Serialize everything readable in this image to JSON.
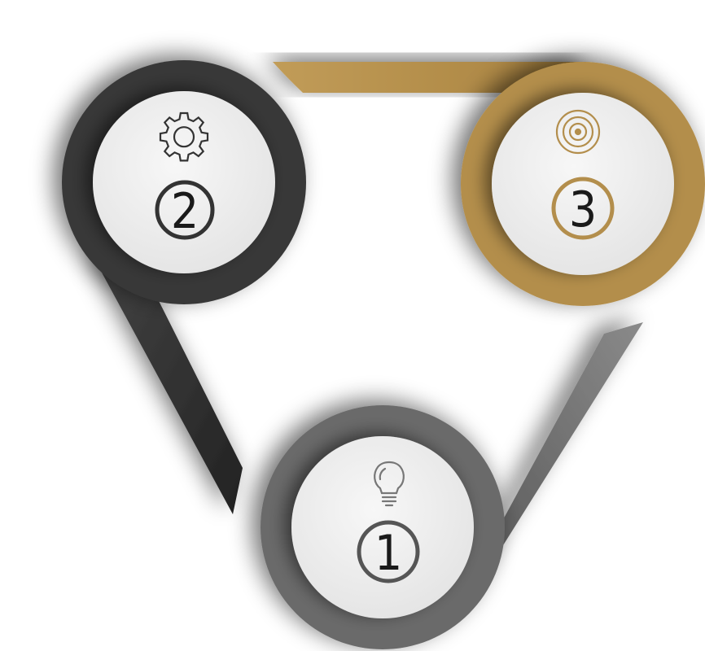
{
  "steps": [
    {
      "number": "1",
      "icon": "lightbulb-icon",
      "color": "#6b6b6b"
    },
    {
      "number": "2",
      "icon": "gear-icon",
      "color": "#3a3a3a"
    },
    {
      "number": "3",
      "icon": "target-icon",
      "color": "#b38e4c"
    }
  ],
  "colors": {
    "ring_dark": "#3a3a3a",
    "ring_mid": "#6b6b6b",
    "ring_gold": "#b38e4c",
    "disc": "#eeeeee",
    "icon_dark": "#333333",
    "icon_light": "#777777"
  }
}
